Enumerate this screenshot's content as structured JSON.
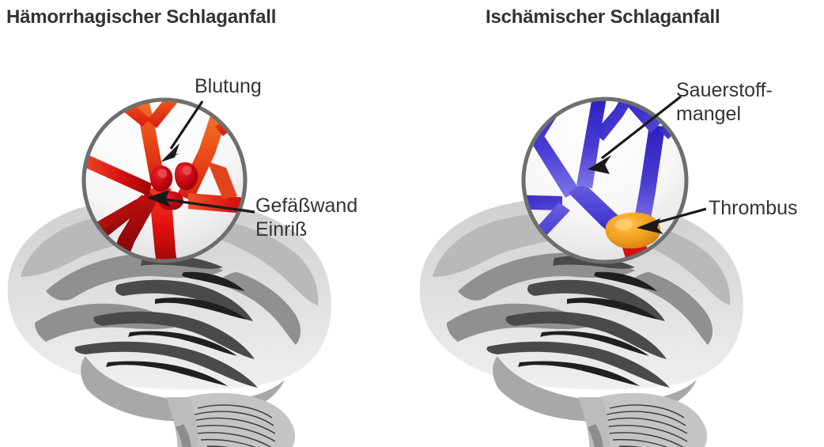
{
  "figure": {
    "type": "medical-illustration",
    "subject": "stroke-types-comparison",
    "background_color": "#ffffff"
  },
  "panels": [
    {
      "id": "hemorrhagic",
      "title": "Hämorrhagischer Schlaganfall",
      "brain": {
        "name": "brain-lateral-grayscale",
        "description": "Seitenansicht Gehirn in Graustufen"
      },
      "inset": {
        "name": "vessel-closeup-circle",
        "border_color": "#6e6e6e",
        "fill_color": "#ffffff"
      },
      "vessels": {
        "upper_color": "#ee5b1e",
        "lower_color": "#e01111",
        "dark_color": "#9d0b0b",
        "blood_color": "#cc0510"
      },
      "callouts": [
        {
          "id": "blutung",
          "label": "Blutung",
          "arrow": "arrow-down-left"
        },
        {
          "id": "gefaesswand-einriss",
          "label": "Gefäßwand\nEinriß",
          "arrow": "arrow-left"
        }
      ]
    },
    {
      "id": "ischemic",
      "title": "Ischämischer Schlaganfall",
      "brain": {
        "name": "brain-lateral-grayscale",
        "description": "Seitenansicht Gehirn in Graustufen"
      },
      "inset": {
        "name": "vessel-closeup-circle",
        "border_color": "#6e6e6e",
        "fill_color": "#ffffff"
      },
      "vessels": {
        "upper_color": "#2b1fbe",
        "mid_color": "#6a5ae0",
        "thrombus_color": "#f0a01e",
        "lower_color": "#d20d0d"
      },
      "callouts": [
        {
          "id": "sauerstoffmangel",
          "label": "Sauerstoff-\nmangel",
          "arrow": "arrow-down-left"
        },
        {
          "id": "thrombus",
          "label": "Thrombus",
          "arrow": "arrow-left"
        }
      ]
    }
  ],
  "colors": {
    "title_text": "#333333",
    "label_text": "#333333",
    "arrow": "#1a1a1a",
    "circle_border": "#6e6e6e",
    "brain_light": "#d8d8d8",
    "brain_mid": "#9a9a9a",
    "brain_dark": "#4a4a4a",
    "brain_darkest": "#1f1f1f"
  }
}
